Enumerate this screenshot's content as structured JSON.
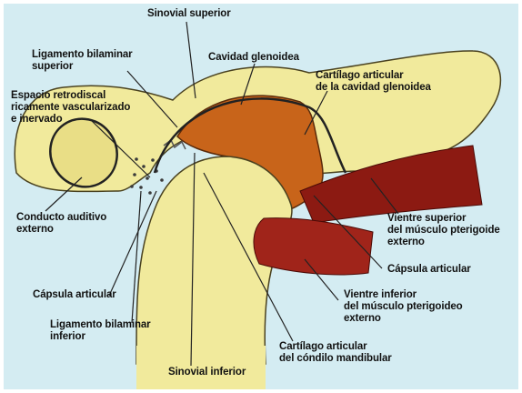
{
  "colors": {
    "background": "#d4ecf2",
    "bone": "#f1ea9c",
    "bone_outline": "#4a4220",
    "disc": "#c8641a",
    "muscle": "#8c1a12",
    "lines": "#222222"
  },
  "labels": {
    "sinovial_superior": [
      "Sinovial superior"
    ],
    "ligamento_bilaminar_superior": [
      "Ligamento bilaminar",
      "superior"
    ],
    "cavidad_glenoidea": [
      "Cavidad glenoidea"
    ],
    "cartilago_cavidad": [
      "Cartílago articular",
      "de la cavidad glenoidea"
    ],
    "espacio_retrodiscal": [
      "Espacio retrodiscal",
      "ricamente vascularizado",
      "e inervado"
    ],
    "conducto_auditivo": [
      "Conducto auditivo",
      "externo"
    ],
    "vientre_superior": [
      "Vientre superior",
      "del músculo pterigoide",
      "externo"
    ],
    "capsula_derecha": [
      "Cápsula articular"
    ],
    "capsula_izquierda": [
      "Cápsula articular"
    ],
    "vientre_inferior": [
      "Vientre inferior",
      "del músculo pterigoideo",
      "externo"
    ],
    "ligamento_bilaminar_inferior": [
      "Ligamento bilaminar",
      "inferior"
    ],
    "cartilago_condilo": [
      "Cartílago articular",
      "del cóndilo mandibular"
    ],
    "sinovial_inferior": [
      "Sinovial inferior"
    ]
  }
}
